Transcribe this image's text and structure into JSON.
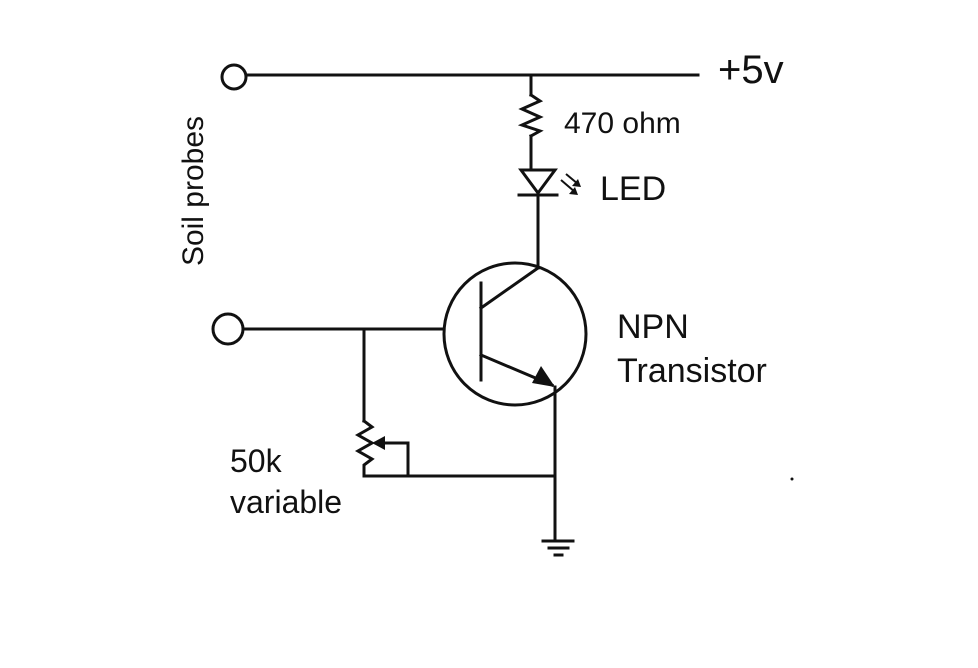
{
  "labels": {
    "supply": "+5v",
    "resistor": "470 ohm",
    "led": "LED",
    "transistor_line1": "NPN",
    "transistor_line2": "Transistor",
    "probes": "Soil probes",
    "pot_line1": "50k",
    "pot_line2": "variable"
  },
  "colors": {
    "ink": "#111111",
    "background": "#ffffff"
  }
}
